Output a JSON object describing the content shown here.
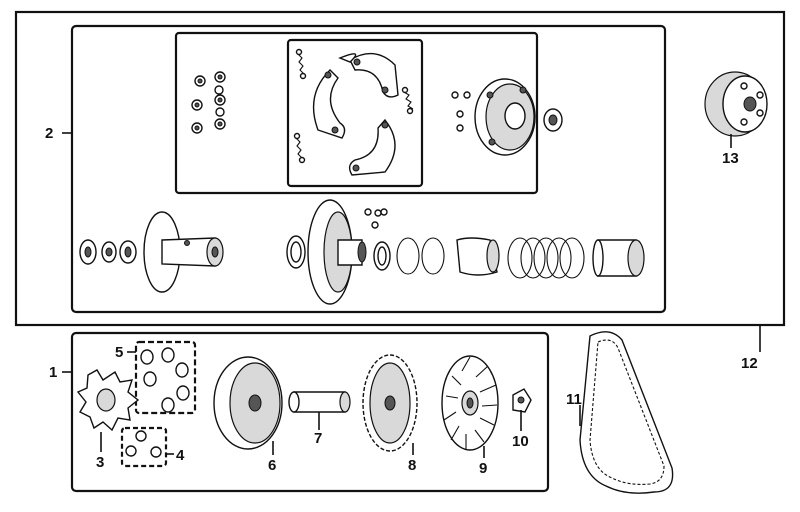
{
  "callouts": {
    "n1": "1",
    "n2": "2",
    "n3": "3",
    "n4": "4",
    "n5": "5",
    "n6": "6",
    "n7": "7",
    "n8": "8",
    "n9": "9",
    "n10": "10",
    "n11": "11",
    "n12": "12",
    "n13": "13"
  },
  "colors": {
    "line": "#111111",
    "background": "#ffffff",
    "shading": "#d9d9d9"
  }
}
